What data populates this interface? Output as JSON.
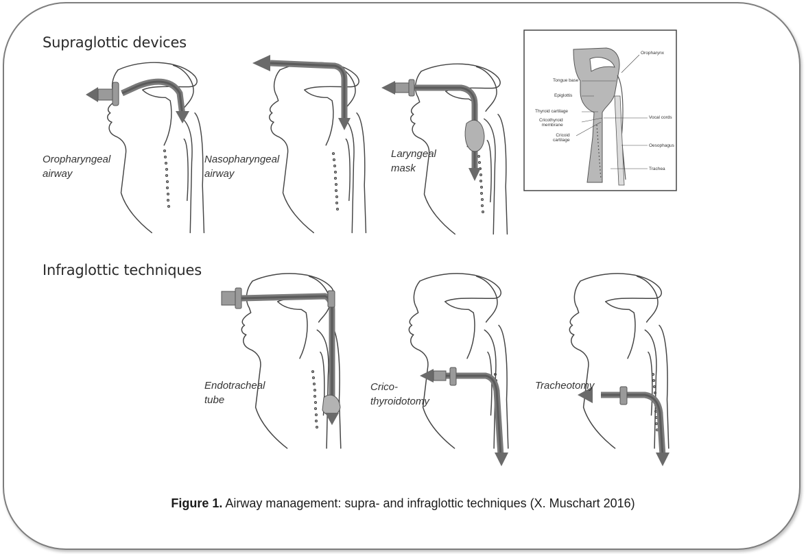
{
  "sections": {
    "supra_title": "Supraglottic devices",
    "infra_title": "Infraglottic techniques"
  },
  "devices": {
    "oropharyngeal": [
      "Oropharyngeal",
      "airway"
    ],
    "nasopharyngeal": [
      "Nasopharyngeal",
      "airway"
    ],
    "laryngeal": [
      "Laryngeal",
      "mask"
    ],
    "endotracheal": [
      "Endotracheal",
      "tube"
    ],
    "crico": [
      "Crico-",
      "thyroidotomy"
    ],
    "tracheotomy": [
      "Tracheotomy"
    ]
  },
  "anatomy_inset": {
    "oropharynx": "Oropharynx",
    "tongue_base": "Tongue base",
    "epiglottis": "Epiglottis",
    "thyroid_cartilage": "Thyroid cartilage",
    "vocal_cords": "Vocal cords",
    "cricothyroid_membrane": [
      "Cricothyroid",
      "membrane"
    ],
    "cricoid_cartilage": [
      "Cricoid",
      "cartilage"
    ],
    "oesophagus": "Oesophagus",
    "trachea": "Trachea"
  },
  "caption": {
    "label": "Figure 1.",
    "text": " Airway management: supra- and infraglottic techniques (X. Muschart 2016)"
  }
}
